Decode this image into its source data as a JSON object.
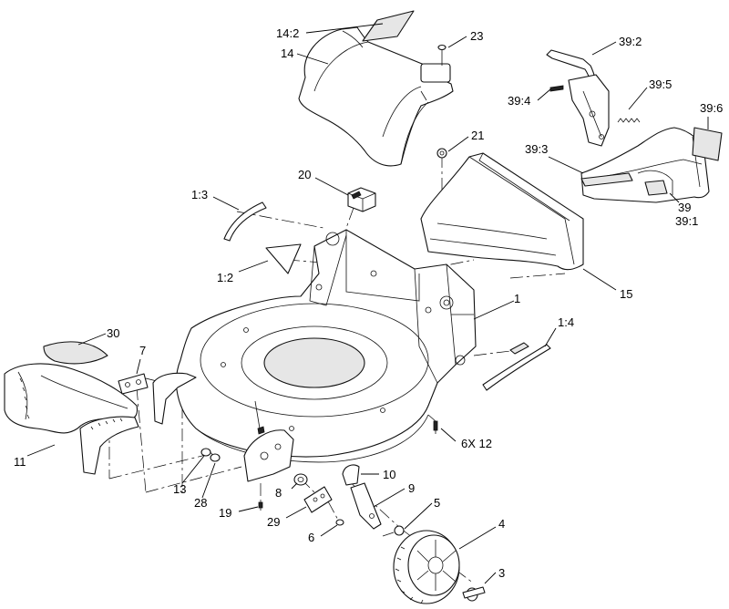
{
  "callouts": [
    {
      "id": "c-14-2",
      "text": "14:2"
    },
    {
      "id": "c-14",
      "text": "14"
    },
    {
      "id": "c-23",
      "text": "23"
    },
    {
      "id": "c-21",
      "text": "21"
    },
    {
      "id": "c-20",
      "text": "20"
    },
    {
      "id": "c-1-3",
      "text": "1:3"
    },
    {
      "id": "c-1-2",
      "text": "1:2"
    },
    {
      "id": "c-39-2",
      "text": "39:2"
    },
    {
      "id": "c-39-5",
      "text": "39:5"
    },
    {
      "id": "c-39-4",
      "text": "39:4"
    },
    {
      "id": "c-39-6",
      "text": "39:6"
    },
    {
      "id": "c-39-3",
      "text": "39:3"
    },
    {
      "id": "c-39",
      "text": "39"
    },
    {
      "id": "c-39-1",
      "text": "39:1"
    },
    {
      "id": "c-15",
      "text": "15"
    },
    {
      "id": "c-1",
      "text": "1"
    },
    {
      "id": "c-1-4",
      "text": "1:4"
    },
    {
      "id": "c-30",
      "text": "30"
    },
    {
      "id": "c-7",
      "text": "7"
    },
    {
      "id": "c-11",
      "text": "11"
    },
    {
      "id": "c-6x12",
      "text": "6X 12"
    },
    {
      "id": "c-10",
      "text": "10"
    },
    {
      "id": "c-9",
      "text": "9"
    },
    {
      "id": "c-13",
      "text": "13"
    },
    {
      "id": "c-28",
      "text": "28"
    },
    {
      "id": "c-8",
      "text": "8"
    },
    {
      "id": "c-5",
      "text": "5"
    },
    {
      "id": "c-19",
      "text": "19"
    },
    {
      "id": "c-29",
      "text": "29"
    },
    {
      "id": "c-6",
      "text": "6"
    },
    {
      "id": "c-4",
      "text": "4"
    },
    {
      "id": "c-3",
      "text": "3"
    }
  ]
}
